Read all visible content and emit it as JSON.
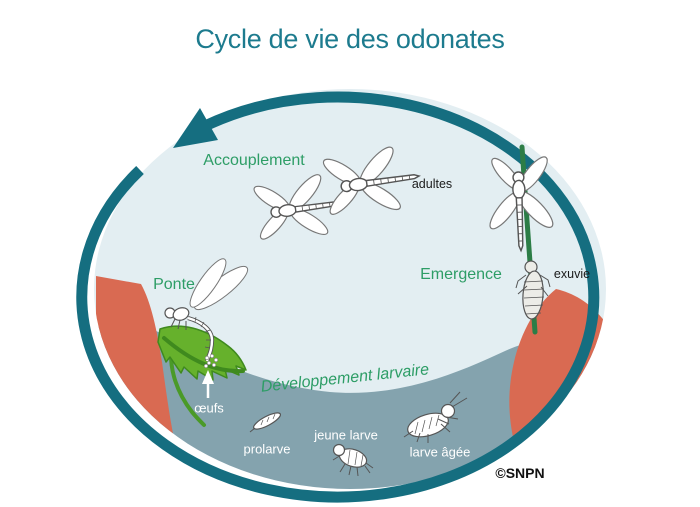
{
  "title": "Cycle de vie des odonates",
  "credit": "©SNPN",
  "colors": {
    "teal_ring": "#156e80",
    "teal_title": "#1d7b8e",
    "green": "#2d9d66",
    "sky": "#e3eef2",
    "water": "#84a3ae",
    "bank": "#d96a52",
    "leaf": "#66b12c",
    "leaf_dark": "#3f8a1e",
    "stem": "#2c7d46",
    "ink": "#1a1a1a",
    "white_label": "#ffffff"
  },
  "stages": {
    "accouplement": {
      "label": "Accouplement"
    },
    "adultes": {
      "label": "adultes"
    },
    "emergence": {
      "label": "Emergence"
    },
    "exuvie": {
      "label": "exuvie"
    },
    "ponte": {
      "label": "Ponte"
    },
    "oeufs": {
      "label": "œufs"
    },
    "developpement": {
      "label": "Développement larvaire"
    },
    "prolarve": {
      "label": "prolarve"
    },
    "jeune_larve": {
      "label": "jeune larve"
    },
    "larve_agee": {
      "label": "larve âgée"
    }
  }
}
